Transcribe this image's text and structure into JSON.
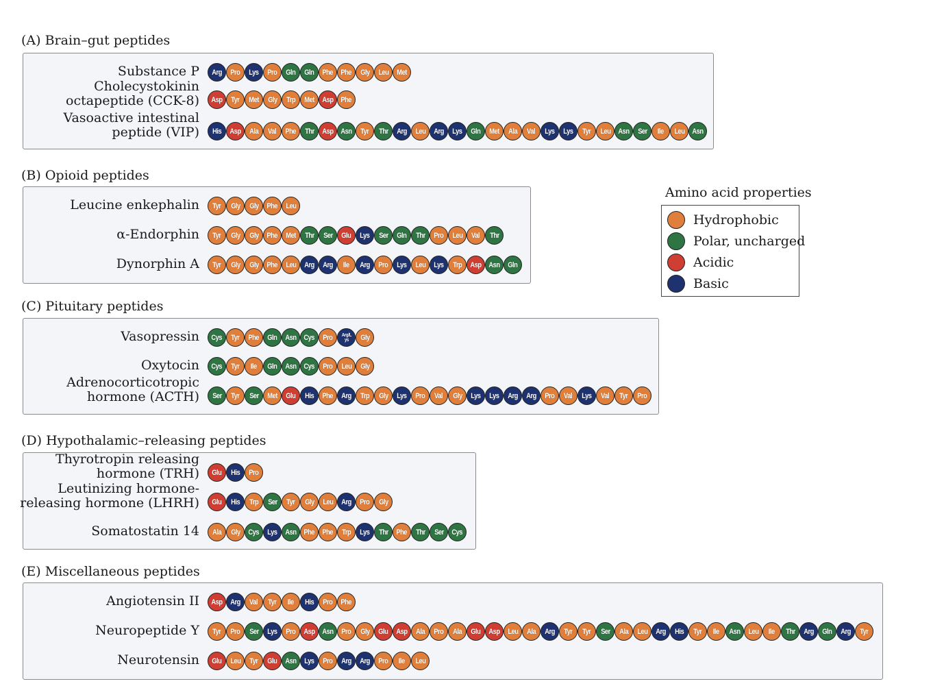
{
  "colors": {
    "hydrophobic": "#e07f3c",
    "polar": "#2f7443",
    "acidic": "#cf3e33",
    "basic": "#1f3270"
  },
  "legend": {
    "title": "Amino acid properties",
    "items": [
      {
        "key": "hydrophobic",
        "label": "Hydrophobic"
      },
      {
        "key": "polar",
        "label": "Polar, uncharged"
      },
      {
        "key": "acidic",
        "label": "Acidic"
      },
      {
        "key": "basic",
        "label": "Basic"
      }
    ]
  },
  "sections": [
    {
      "title": "(A)  Brain–gut peptides",
      "peptides": [
        {
          "name": [
            "Substance P"
          ],
          "residues": [
            "Arg",
            "Pro",
            "Lys",
            "Pro",
            "Gln",
            "Gln",
            "Phe",
            "Phe",
            "Gly",
            "Leu",
            "Met"
          ]
        },
        {
          "name": [
            "Cholecystokinin",
            "octapeptide (CCK-8)"
          ],
          "residues": [
            "Asp",
            "Tyr",
            "Met",
            "Gly",
            "Trp",
            "Met",
            "Asp",
            "Phe"
          ]
        },
        {
          "name": [
            "Vasoactive intestinal",
            "peptide (VIP)"
          ],
          "residues": [
            "His",
            "Asp",
            "Ala",
            "Val",
            "Phe",
            "Thr",
            "Asp",
            "Asn",
            "Tyr",
            "Thr",
            "Arg",
            "Leu",
            "Arg",
            "Lys",
            "Gln",
            "Met",
            "Ala",
            "Val",
            "Lys",
            "Lys",
            "Tyr",
            "Leu",
            "Asn",
            "Ser",
            "Ile",
            "Leu",
            "Asn"
          ]
        }
      ]
    },
    {
      "title": "(B)  Opioid peptides",
      "peptides": [
        {
          "name": [
            "Leucine enkephalin"
          ],
          "residues": [
            "Tyr",
            "Gly",
            "Gly",
            "Phe",
            "Leu"
          ]
        },
        {
          "name": [
            "α-Endorphin"
          ],
          "residues": [
            "Tyr",
            "Gly",
            "Gly",
            "Phe",
            "Met",
            "Thr",
            "Ser",
            "Glu",
            "Lys",
            "Ser",
            "Gln",
            "Thr",
            "Pro",
            "Leu",
            "Val",
            "Thr"
          ]
        },
        {
          "name": [
            "Dynorphin A"
          ],
          "residues": [
            "Tyr",
            "Gly",
            "Gly",
            "Phe",
            "Leu",
            "Arg",
            "Arg",
            "Ile",
            "Arg",
            "Pro",
            "Lys",
            "Leu",
            "Lys",
            "Trp",
            "Asp",
            "Asn",
            "Gln"
          ]
        }
      ]
    },
    {
      "title": "(C)  Pituitary peptides",
      "peptides": [
        {
          "name": [
            "Vasopressin"
          ],
          "residues": [
            "Cys",
            "Tyr",
            "Phe",
            "Gln",
            "Asn",
            "Cys",
            "Pro",
            "Arg/Lys",
            "Gly"
          ]
        },
        {
          "name": [
            "Oxytocin"
          ],
          "residues": [
            "Cys",
            "Tyr",
            "Ile",
            "Gln",
            "Asn",
            "Cys",
            "Pro",
            "Leu",
            "Gly"
          ]
        },
        {
          "name": [
            "Adrenocorticotropic",
            "hormone (ACTH)"
          ],
          "residues": [
            "Ser",
            "Tyr",
            "Ser",
            "Met",
            "Glu",
            "His",
            "Phe",
            "Arg",
            "Trp",
            "Gly",
            "Lys",
            "Pro",
            "Val",
            "Gly",
            "Lys",
            "Lys",
            "Arg",
            "Arg",
            "Pro",
            "Val",
            "Lys",
            "Val",
            "Tyr",
            "Pro"
          ]
        }
      ]
    },
    {
      "title": "(D)  Hypothalamic–releasing peptides",
      "peptides": [
        {
          "name": [
            "Thyrotropin releasing",
            "hormone (TRH)"
          ],
          "residues": [
            "Glu",
            "His",
            "Pro"
          ]
        },
        {
          "name": [
            "Leutinizing hormone-",
            "releasing hormone (LHRH)"
          ],
          "residues": [
            "Glu",
            "His",
            "Trp",
            "Ser",
            "Tyr",
            "Gly",
            "Leu",
            "Arg",
            "Pro",
            "Gly"
          ]
        },
        {
          "name": [
            "Somatostatin 14"
          ],
          "residues": [
            "Ala",
            "Gly",
            "Cys",
            "Lys",
            "Asn",
            "Phe",
            "Phe",
            "Trp",
            "Lys",
            "Thr",
            "Phe",
            "Thr",
            "Ser",
            "Cys"
          ]
        }
      ]
    },
    {
      "title": "(E)  Miscellaneous peptides",
      "peptides": [
        {
          "name": [
            "Angiotensin II"
          ],
          "residues": [
            "Asp",
            "Arg",
            "Val",
            "Tyr",
            "Ile",
            "His",
            "Pro",
            "Phe"
          ]
        },
        {
          "name": [
            "Neuropeptide Y"
          ],
          "residues": [
            "Tyr",
            "Pro",
            "Ser",
            "Lys",
            "Pro",
            "Asp",
            "Asn",
            "Pro",
            "Gly",
            "Glu",
            "Asp",
            "Ala",
            "Pro",
            "Ala",
            "Glu",
            "Asp",
            "Leu",
            "Ala",
            "Arg",
            "Tyr",
            "Tyr",
            "Ser",
            "Ala",
            "Leu",
            "Arg",
            "His",
            "Tyr",
            "Ile",
            "Asn",
            "Leu",
            "Ile",
            "Thr",
            "Arg",
            "Gln",
            "Arg",
            "Tyr"
          ]
        },
        {
          "name": [
            "Neurotensin"
          ],
          "residues": [
            "Glu",
            "Leu",
            "Tyr",
            "Glu",
            "Asn",
            "Lys",
            "Pro",
            "Arg",
            "Arg",
            "Pro",
            "Ile",
            "Leu"
          ]
        }
      ]
    }
  ],
  "residue_classes": {
    "Ala": "hydrophobic",
    "Val": "hydrophobic",
    "Leu": "hydrophobic",
    "Ile": "hydrophobic",
    "Pro": "hydrophobic",
    "Phe": "hydrophobic",
    "Met": "hydrophobic",
    "Trp": "hydrophobic",
    "Tyr": "hydrophobic",
    "Gly": "hydrophobic",
    "Ser": "polar",
    "Thr": "polar",
    "Asn": "polar",
    "Gln": "polar",
    "Cys": "polar",
    "Asp": "acidic",
    "Glu": "acidic",
    "Lys": "basic",
    "Arg": "basic",
    "His": "basic",
    "Arg/Lys": "basic"
  }
}
